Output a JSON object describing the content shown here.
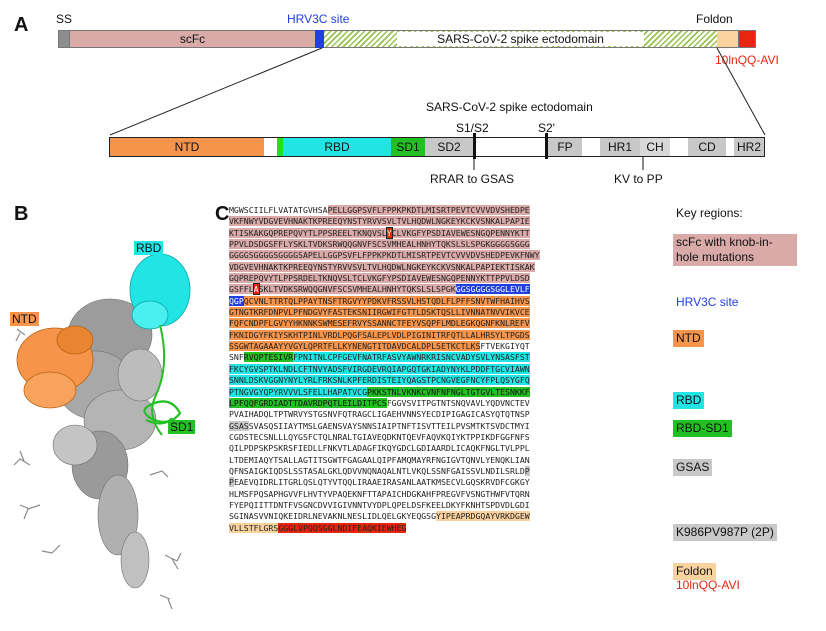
{
  "panels": {
    "a": "A",
    "b": "B",
    "c": "C"
  },
  "construct": {
    "ss": "SS",
    "scfc": "scFc",
    "hrv3c": "HRV3C site",
    "ectodomain": "SARS-CoV-2 spike ectodomain",
    "foldon": "Foldon",
    "avi": "10lnQQ-AVI"
  },
  "ectodomain_detail": {
    "title": "SARS-CoV-2 spike ectodomain",
    "s1s2": "S1/S2",
    "s2prime": "S2'",
    "ntd": "NTD",
    "rbd": "RBD",
    "sd1": "SD1",
    "sd2": "SD2",
    "fp": "FP",
    "hr1": "HR1",
    "ch": "CH",
    "cd": "CD",
    "hr2": "HR2",
    "rrar": "RRAR to GSAS",
    "kv": "KV to PP"
  },
  "structure_labels": {
    "rbd": "RBD",
    "ntd": "NTD",
    "sd1": "SD1"
  },
  "key": {
    "heading": "Key regions:",
    "scfc": "scFc with knob-in-hole mutations",
    "hrv3c": "HRV3C site",
    "ntd": "NTD",
    "rbd": "RBD",
    "rbd_sd1": "RBD-SD1",
    "gsas": "GSAS",
    "twop": "K986PV987P (2P)",
    "foldon": "Foldon",
    "avi": "10lnQQ-AVI"
  },
  "colors": {
    "scfc": "#d9aaa8",
    "hrv3c": "#1f3fe0",
    "ntd": "#f5944a",
    "rbd": "#21e5e5",
    "sd1": "#22c022",
    "gray": "#c8c8c8",
    "foldon": "#f9d29e",
    "avi": "#e8260e",
    "hatch": "#97c24d"
  },
  "sequence": [
    [
      [
        "MGWSCIILFLVATATGVHSA",
        "n"
      ],
      [
        "PELLGGPSVFLFPPKPKDTLMISRTPEVTCVVVDVSHEDPE",
        "s"
      ]
    ],
    [
      [
        "VKFNWYVDGVEVHNAKTKPREEQYNSTYRVVSVLTVLHQDWLNGKEYKCKVSNKALPAPIE",
        "s"
      ]
    ],
    [
      [
        "KTISKAKGQPREPQVYTLPPSREELTKNQVSL",
        "s"
      ],
      [
        "Y",
        "r"
      ],
      [
        "CLVKGFYPSDIAVEWESNGQPENNYKTT",
        "s"
      ]
    ],
    [
      [
        "PPVLDSDGSFFLYSKLTVDKSRWQQGNVFSCSVMHEALHNHYTQKSLSLSPGKGGGGSGGG",
        "s"
      ]
    ],
    [
      [
        "GGGGSGGGGSGGGGSAPELLGGPSVFLFPPKPKDTLMISRTPEVTCVVVDVSHEDPEVKFNWY",
        "s"
      ]
    ],
    [
      [
        "VDGVEVHNAKTKPREEQYNSTYRVVSVLTVLHQDWLNGKEYKCKVSNKALPAPIEKTISKAK",
        "s"
      ]
    ],
    [
      [
        "GQPREPQVYTLPPSRDELTKNQVSLTCLVKGFYPSDIAVEWESNGQPENNYKTTPPVLDSD",
        "s"
      ]
    ],
    [
      [
        "GSFFL",
        "s"
      ],
      [
        "A",
        "r"
      ],
      [
        "SKLTVDKSRWQQGNVFSCSVMHEALHNHYTQKSLSLSPGK",
        "s"
      ],
      [
        "GGSGGGGSGGLEVLF",
        "b"
      ]
    ],
    [
      [
        "QGP",
        "b"
      ],
      [
        "QCVNLTTRTQLPPAYTNSFTRGVYYPDKVFRSSVLHSTQDLFLPFFSNVTWFHAIHVS",
        "o"
      ]
    ],
    [
      [
        "GTNGTKRFDNPVLPFNDGVYFASTEKSNIIRGWIFGTTLDSKTQSLLIVNNATNVVIKVCE",
        "o"
      ]
    ],
    [
      [
        "FQFCNDPFLGVYYHKNNKSWMESEFRVYSSANNCTFEYVSQPFLMDLEGKQGNFKNLREFV",
        "o"
      ]
    ],
    [
      [
        "FKNIDGYFKIYSKHTPINLVRDLPQGFSALEPLVDLPIGINITRFQTLLALHRSYLTPGDS",
        "o"
      ]
    ],
    [
      [
        "SSGWTAGAAAYYVGYLQPRTFLLKYNENGTITDAVDCALDPLSETKCTLKS",
        "o"
      ],
      [
        "FTVEKGIYQT",
        "n"
      ]
    ],
    [
      [
        "SNF",
        "n"
      ],
      [
        "RVQPTESIVR",
        "g"
      ],
      [
        "FPNITNLCPFGEVFNATRFASVYAWNRKRISNCVADYSVLYNSASFST",
        "c"
      ]
    ],
    [
      [
        "FKCYGVSPTKLNDLCFTNVYADSFVIRGDEVRQIAPGQTGKIADYNYKLPDDFTGCVIAWN",
        "c"
      ]
    ],
    [
      [
        "SNNLDSKVGGNYNYLYRLFRKSNLKPFERDISTEIYQAGSTPCNGVEGFNCYFPLQSYGFQ",
        "c"
      ]
    ],
    [
      [
        "PTNGVGYQPYRVVVLSFELLHAPATVCG",
        "c"
      ],
      [
        "PKKSTNLVKNKCVNFNFNGLTGTGVLTESNKKF",
        "g"
      ]
    ],
    [
      [
        "LPFQQFGRDIADTTDAVRDPQTLEILDITPCS",
        "g"
      ],
      [
        "FGGVSVITPGTNTSNQVAVLYQDVNCTEV",
        "n"
      ]
    ],
    [
      [
        "PVAIHADQLTPTWRVYSTGSNVFQTRAGCLIGAEHVNNSYECDIPIGAGICASYQTQTNSP",
        "n"
      ]
    ],
    [
      [
        "GSAS",
        "y"
      ],
      [
        "SVASQSIIAYTMSLGAENSVAYSNNSIAIPTNFTISVTTEILPVSMTKTSVDCTMYI",
        "n"
      ]
    ],
    [
      [
        "CGDSTECSNLLLQYGSFCTQLNRALTGIAVEQDKNTQEVFAQVKQIYKTPPIKDFGGFNFS",
        "n"
      ]
    ],
    [
      [
        "QILPDPSKPSKRSFIEDLLFNKVTLADAGFIKQYGDCLGDIAARDLICAQKFNGLTVLPPL",
        "n"
      ]
    ],
    [
      [
        "LTDEMIAQYTSALLAGTITSGWTFGAGAALQIPFAMQMAYRFNGIGVTQNVLYENQKLIAN",
        "n"
      ]
    ],
    [
      [
        "QFNSAIGKIQDSLSSTASALGKLQDVVNQNAQALNTLVKQLSSNFGAISSVLNDILSRLD",
        "n"
      ],
      [
        "P",
        "y"
      ]
    ],
    [
      [
        "P",
        "y"
      ],
      [
        "EAEVQIDRLITGRLQSLQTYVTQQLIRAAEIRASANLAATKMSECVLGQSKRVDFCGKGY",
        "n"
      ]
    ],
    [
      [
        "HLMSFPQSAPHGVVFLHVTYVPAQEKNFTTAPAICHDGKAHFPREGVFVSNGTHWFVTQRN",
        "n"
      ]
    ],
    [
      [
        "FYEPQIITTDNTFVSGNCDVVIGIVNNTVYDPLQPELDSFKEELDKYFKNHTSPDVDLGDI",
        "n"
      ]
    ],
    [
      [
        "SGINASVVNIQKEIDRLNEVAKNLNESLIDLQELGKYEQGSG",
        "n"
      ],
      [
        "YIPEAPRDGQAYVRKDGEW",
        "f"
      ]
    ],
    [
      [
        "VLLSTFLGRS",
        "f"
      ],
      [
        "GGGLVPQQSGGLNDIFEAQKIEWHEG",
        "a"
      ]
    ]
  ]
}
